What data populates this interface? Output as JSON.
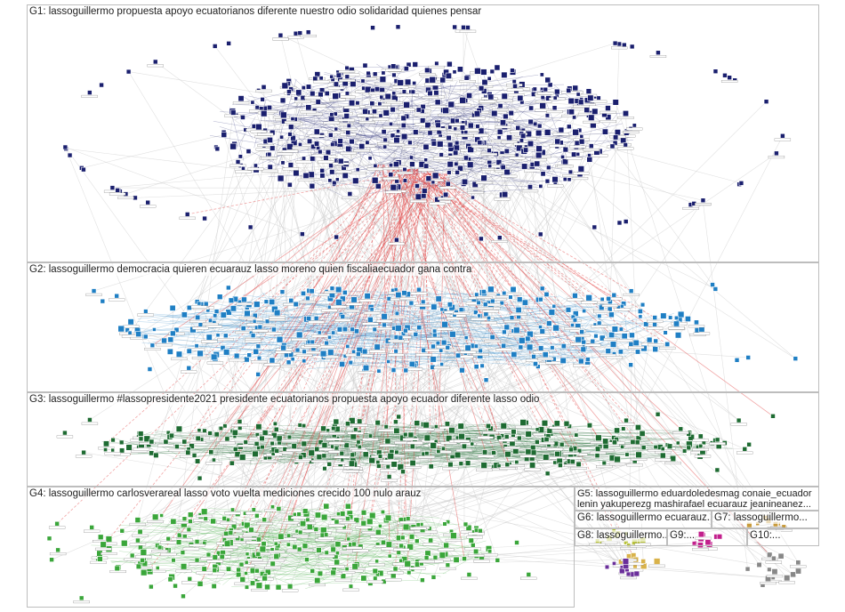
{
  "groups": [
    {
      "id": "g1",
      "label": "G1: lassoguillermo propuesta apoyo ecuatorianos diferente nuestro odio solidaridad quienes pensar",
      "color": "#1a1f6e"
    },
    {
      "id": "g2",
      "label": "G2: lassoguillermo democracia quieren ecuarauz lasso moreno quien fiscaliaecuador gana contra",
      "color": "#1f7fc4"
    },
    {
      "id": "g3",
      "label": "G3: lassoguillermo #lassopresidente2021 presidente ecuatorianos propuesta apoyo ecuador diferente lasso odio",
      "color": "#1e6b32"
    },
    {
      "id": "g4",
      "label": "G4: lassoguillermo carlosverareal lasso voto vuelta mediciones crecido 100 nulo arauz",
      "color": "#3aa63a"
    },
    {
      "id": "g5",
      "label": "G5: lassoguillermo eduardoledesmag conaie_ecuador lenin yakuperezg mashirafael ecuarauz jeanineanez...",
      "color": "#b8c23a"
    },
    {
      "id": "g6",
      "label": "G6: lassoguillermo ecuarauz...",
      "color": "#d9b24a"
    },
    {
      "id": "g7",
      "label": "G7: lassoguillermo...",
      "color": "#c89a3a"
    },
    {
      "id": "g8",
      "label": "G8: lassoguillermo...",
      "color": "#6a2f9a"
    },
    {
      "id": "g9",
      "label": "G9:...",
      "color": "#c21f8c"
    },
    {
      "id": "g10",
      "label": "G10:...",
      "color": "#888888"
    }
  ],
  "colors": {
    "background": "#ffffff",
    "edge_gray": "#c8c8c8",
    "edge_red": "#e23a3a",
    "border": "#bdbdbd"
  }
}
